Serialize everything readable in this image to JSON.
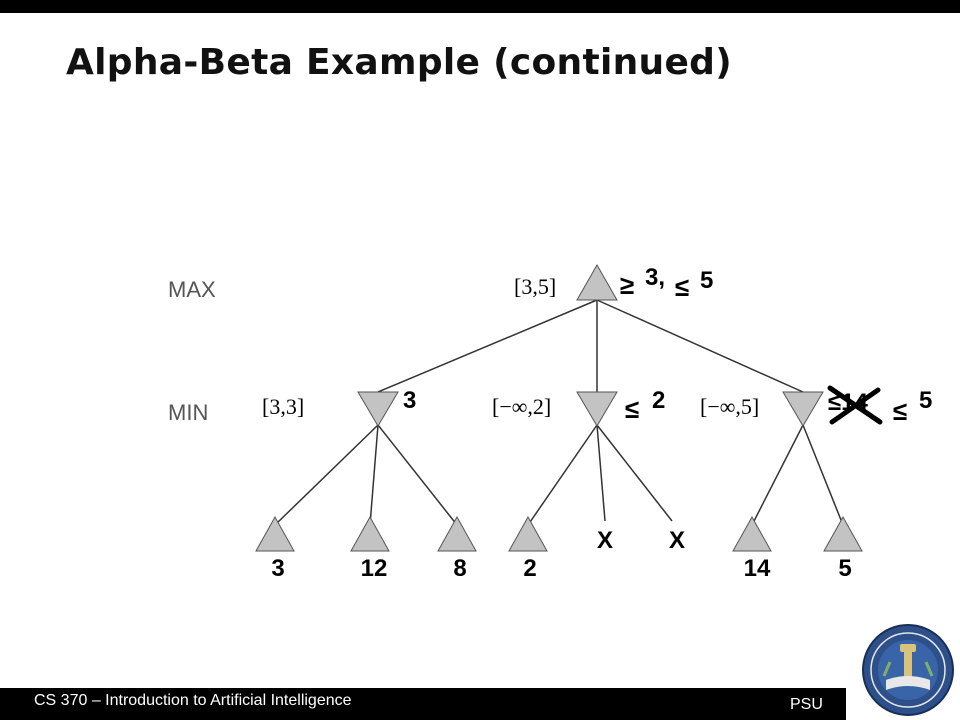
{
  "slide": {
    "title": "Alpha-Beta Example (continued)",
    "footer": "CS 370 – Introduction to Artificial Intelligence",
    "org": "PSU"
  },
  "diagram": {
    "levels": {
      "max": "MAX",
      "min": "MIN"
    },
    "root": {
      "interval": "[3,5]",
      "bound_ge": "≥",
      "bound_ge_val": "3,",
      "bound_le": "≤",
      "bound_le_val": "5"
    },
    "min_nodes": [
      {
        "interval": "[3,3]",
        "value": "3"
      },
      {
        "interval": "[−∞,2]",
        "bound": "≤",
        "bound_val": "2"
      },
      {
        "interval": "[−∞,5]",
        "crossed": "≤14",
        "bound": "≤",
        "bound_val": "5"
      }
    ],
    "leaves": [
      "3",
      "12",
      "8",
      "2",
      "X",
      "X",
      "14",
      "5"
    ]
  },
  "colors": {
    "node_fill": "#c3c3c3",
    "line": "#333333",
    "bar": "#000000"
  },
  "icons": {
    "seal": "university-seal-icon"
  }
}
